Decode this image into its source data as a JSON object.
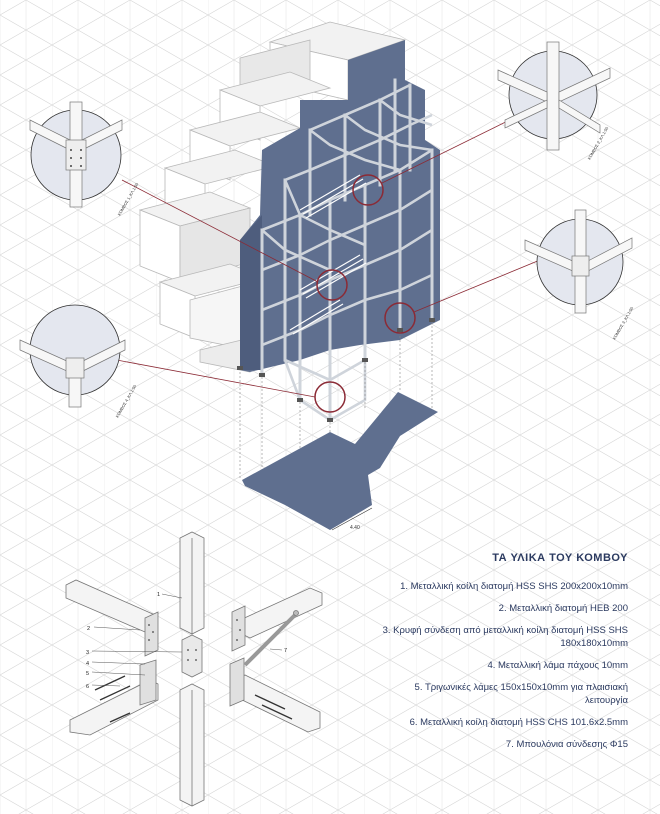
{
  "legend": {
    "title": "ΤΑ ΥΛΙΚΑ ΤΟΥ ΚΟΜΒΟΥ",
    "items": [
      "1. Μεταλλική κοίλη διατομή HSS SHS 200x200x10mm",
      "2. Μεταλλική διατομή HEB 200",
      "3. Κρυφή σύνδεση από μεταλλική κοίλη διατομή HSS SHS 180x180x10mm",
      "4. Μεταλλική λάμα πάχους 10mm",
      "5. Τριγωνικές λάμες 150x150x10mm για πλαισιακή λειτουργία",
      "6. Μεταλλική κοίλη διατομή HSS CHS 101.6x2.5mm",
      "7. Μπουλόνια σύνδεσης Φ15"
    ]
  },
  "detail_labels": {
    "node1": "ΚΟΜΒΟΣ 1_ΚΛ.1:50",
    "node2": "ΚΟΜΒΟΣ 2_ΚΛ.1:50",
    "node3": "ΚΟΜΒΟΣ 3_ΚΛ.1:50",
    "node4": "ΚΟΜΒΟΣ 4_ΚΛ.1:50"
  },
  "dimension": "4.40",
  "callout_numbers": [
    "1",
    "2",
    "3",
    "4",
    "5",
    "6",
    "7"
  ],
  "colors": {
    "wall": "#5f6f8f",
    "wall_dark": "#4e5d7d",
    "footprint": "#5f6f8f",
    "frame": "#d9dde3",
    "circle_fill": "#e4e7ef",
    "accent": "#8b2a35",
    "grid": "#d6d6d6"
  }
}
